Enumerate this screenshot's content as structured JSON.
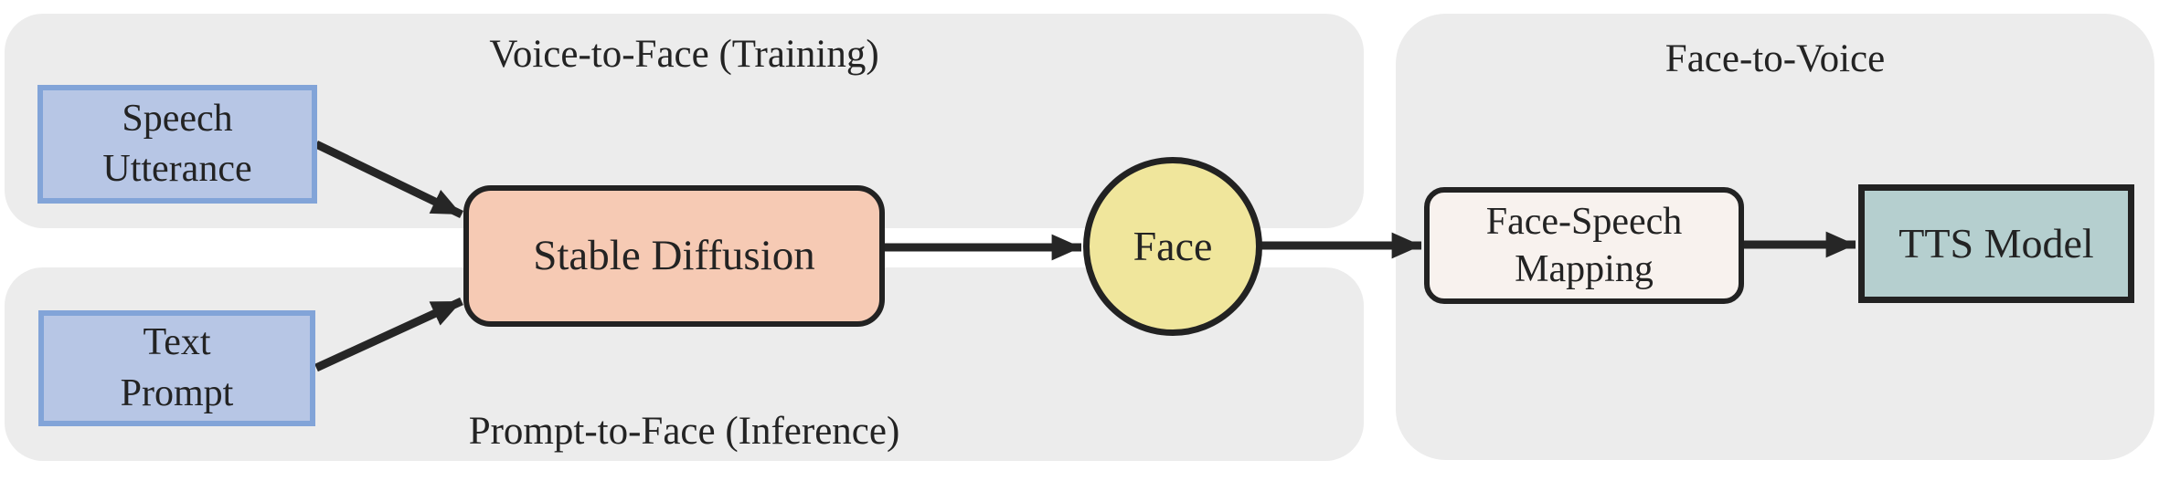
{
  "diagram": {
    "regions": {
      "training": {
        "label": "Voice-to-Face (Training)"
      },
      "inference": {
        "label": "Prompt-to-Face (Inference)"
      },
      "face_to_voice": {
        "label": "Face-to-Voice"
      }
    },
    "nodes": {
      "speech_utterance": {
        "lines": [
          "Speech",
          "Utterance"
        ]
      },
      "text_prompt": {
        "lines": [
          "Text",
          "Prompt"
        ]
      },
      "stable_diffusion": {
        "label": "Stable Diffusion"
      },
      "face": {
        "label": "Face"
      },
      "face_speech_mapping": {
        "lines": [
          "Face-Speech",
          "Mapping"
        ]
      },
      "tts_model": {
        "label": "TTS Model"
      }
    },
    "edges": [
      {
        "from": "speech_utterance",
        "to": "stable_diffusion"
      },
      {
        "from": "text_prompt",
        "to": "stable_diffusion"
      },
      {
        "from": "stable_diffusion",
        "to": "face"
      },
      {
        "from": "face",
        "to": "face_speech_mapping"
      },
      {
        "from": "face_speech_mapping",
        "to": "tts_model"
      }
    ],
    "colors": {
      "region_bg": "#ececec",
      "input_box_fill": "#b7c6e5",
      "input_box_border": "#82a4d8",
      "diffusion_fill": "#f6cab4",
      "face_fill": "#f0e69c",
      "mapping_fill": "#f8f2ee",
      "tts_fill": "#b5cfcf",
      "node_border": "#222222",
      "arrow": "#262626",
      "text": "#232323"
    }
  }
}
